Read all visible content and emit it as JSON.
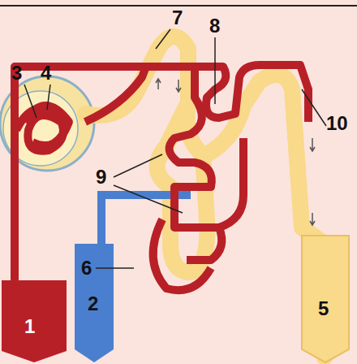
{
  "diagram": {
    "labels": [
      "7",
      "8",
      "3",
      "4",
      "10",
      "9",
      "6",
      "2",
      "5",
      "1"
    ]
  }
}
